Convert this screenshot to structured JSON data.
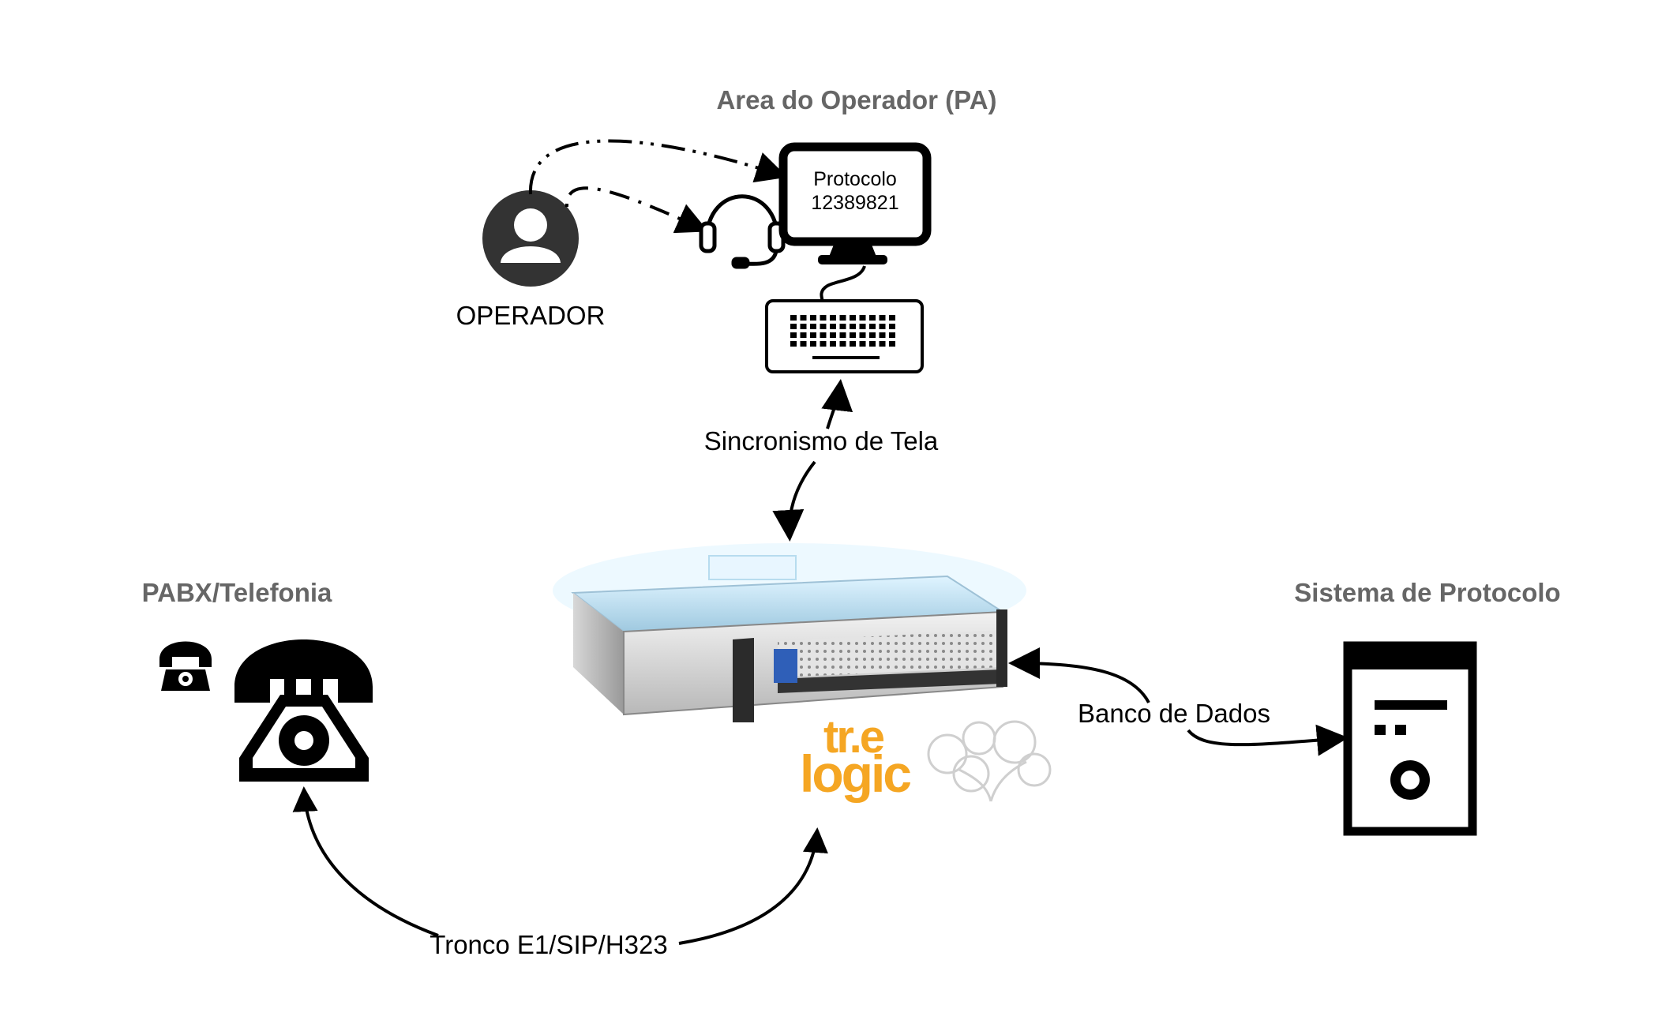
{
  "headings": {
    "operator_area": "Area do Operador (PA)",
    "pabx": "PABX/Telefonia",
    "protocol_system": "Sistema de Protocolo"
  },
  "operator": {
    "label": "OPERADOR"
  },
  "monitor": {
    "line1": "Protocolo",
    "line2": "12389821"
  },
  "connections": {
    "screen_sync": "Sincronismo de Tela",
    "database": "Banco de Dados",
    "trunk": "Tronco E1/SIP/H323"
  },
  "logo": {
    "line1": "tr.e",
    "line2": "logic"
  },
  "colors": {
    "heading": "#666666",
    "logo": "#f5a623",
    "icon": "#000000",
    "avatar": "#333333",
    "server_badge": "#2f5fb8"
  },
  "icons": [
    "person-icon",
    "headset-icon",
    "monitor-icon",
    "keyboard-icon",
    "telephone-icon",
    "server-icon",
    "computer-tower-icon"
  ]
}
